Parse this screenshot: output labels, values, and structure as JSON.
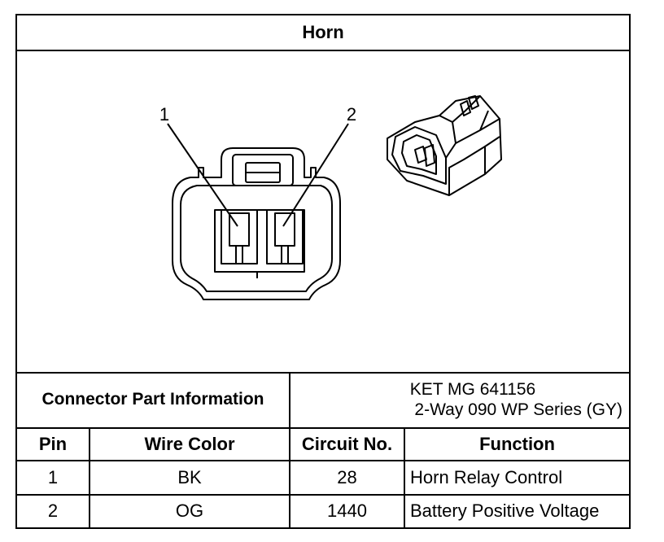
{
  "title": "Horn",
  "pin_callouts": [
    "1",
    "2"
  ],
  "connector_part_information": {
    "label": "Connector Part Information",
    "lines": [
      "KET MG 641156",
      "2-Way 090 WP Series (GY)"
    ]
  },
  "table": {
    "headers": {
      "pin": "Pin",
      "wire_color": "Wire Color",
      "circuit_no": "Circuit No.",
      "function": "Function"
    },
    "rows": [
      {
        "pin": "1",
        "wire_color": "BK",
        "circuit_no": "28",
        "function": "Horn Relay Control"
      },
      {
        "pin": "2",
        "wire_color": "OG",
        "circuit_no": "1440",
        "function": "Battery Positive Voltage"
      }
    ]
  }
}
